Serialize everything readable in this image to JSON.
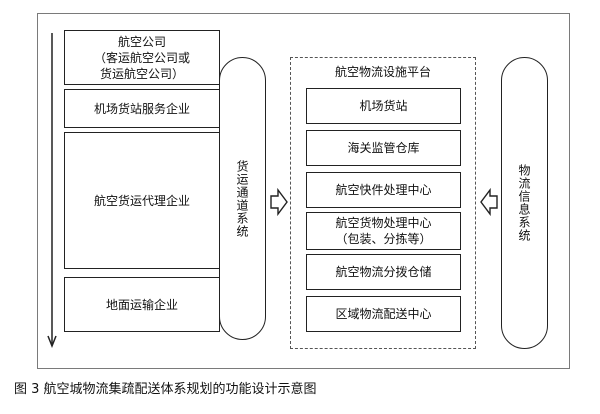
{
  "left_column": {
    "airline": {
      "title": "航空公司",
      "line2": "（客运航空公司或",
      "line3": "货运航空公司）"
    },
    "airport_cargo_service": "机场货站服务企业",
    "freight_agent": "航空货运代理企业",
    "ground_transport": "地面运输企业"
  },
  "channel_system": "货运通道系统",
  "platform": {
    "title": "航空物流设施平台",
    "items": [
      {
        "line1": "机场货站",
        "line2": ""
      },
      {
        "line1": "海关监管仓库",
        "line2": ""
      },
      {
        "line1": "航空快件处理中心",
        "line2": ""
      },
      {
        "line1": "航空货物处理中心",
        "line2": "（包装、分拣等）"
      },
      {
        "line1": "航空物流分拨仓储",
        "line2": ""
      },
      {
        "line1": "区域物流配送中心",
        "line2": ""
      }
    ]
  },
  "info_system": "物流信息系统",
  "caption": "图 3  航空城物流集疏配送体系规划的功能设计示意图"
}
